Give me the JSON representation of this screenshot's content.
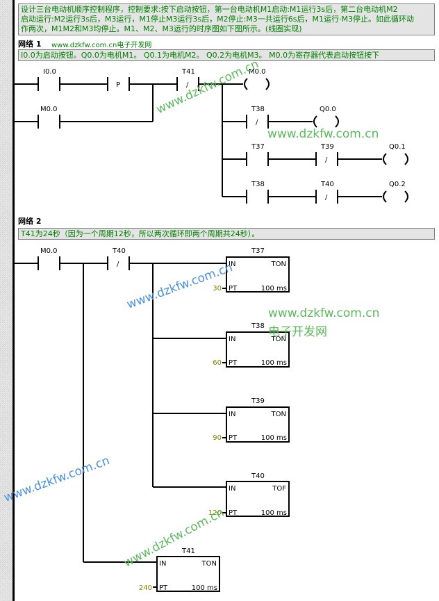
{
  "header_comment": {
    "lines": [
      "设计三台电动机顺序控制程序，控制要求:按下启动按钮，第一台电动机M1启动:M1运行3s后，第二台电动机M2",
      "启动运行:M2运行3s后，M3运行，M1停止M3运行3s后，M2停止:M3一共运行6s后，M1运行·M3停止。如此循环动",
      "作两次，M1M2和M3均停止。M1、M2、M3运行的时序图如下图所示。(线圈实现)"
    ]
  },
  "network1": {
    "title": "网络 1",
    "subtitle": "www.dzkfw.com.cn电子开发网",
    "comment": "I0.0为启动按钮。Q0.0为电机M1。 Q0.1为电机M2。 Q0.2为电机M3。  M0.0为寄存器代表启动按钮按下",
    "elements": {
      "i00": "I0.0",
      "p": "P",
      "m00_seal": "M0.0",
      "t41_nc": "T41",
      "t41_nc_sym": "/",
      "m00_coil": "M0.0",
      "t38_nc": "T38",
      "t38_nc_sym": "/",
      "q00_coil": "Q0.0",
      "t37_no": "T37",
      "t39_nc": "T39",
      "t39_nc_sym": "/",
      "q01_coil": "Q0.1",
      "t38_no": "T38",
      "t40_nc": "T40",
      "t40_nc_sym": "/",
      "q02_coil": "Q0.2"
    }
  },
  "network2": {
    "title": "网络 2",
    "comment": "T41为24秒（因为一个周期12秒，所以两次循环即两个周期共24秒）。",
    "contacts": {
      "m00": "M0.0",
      "t40": "T40",
      "t40_sym": "/"
    },
    "timers": [
      {
        "name": "T37",
        "type": "TON",
        "in": "IN",
        "pt_label": "PT",
        "pt": "30",
        "base": "100 ms"
      },
      {
        "name": "T38",
        "type": "TON",
        "in": "IN",
        "pt_label": "PT",
        "pt": "60",
        "base": "100 ms"
      },
      {
        "name": "T39",
        "type": "TON",
        "in": "IN",
        "pt_label": "PT",
        "pt": "90",
        "base": "100 ms"
      },
      {
        "name": "T40",
        "type": "TOF",
        "in": "IN",
        "pt_label": "PT",
        "pt": "120",
        "base": "100 ms"
      },
      {
        "name": "T41",
        "type": "TON",
        "in": "IN",
        "pt_label": "PT",
        "pt": "240",
        "base": "100 ms"
      }
    ]
  },
  "watermarks": {
    "url": "www.dzkfw.com.cn",
    "site": "电子开发网"
  },
  "colors": {
    "comment_text": "#008000",
    "comment_bg": "#e4e4e4",
    "pt_value": "#808000",
    "wm_green": "#5cb85c",
    "wm_blue": "#4a90d9"
  }
}
